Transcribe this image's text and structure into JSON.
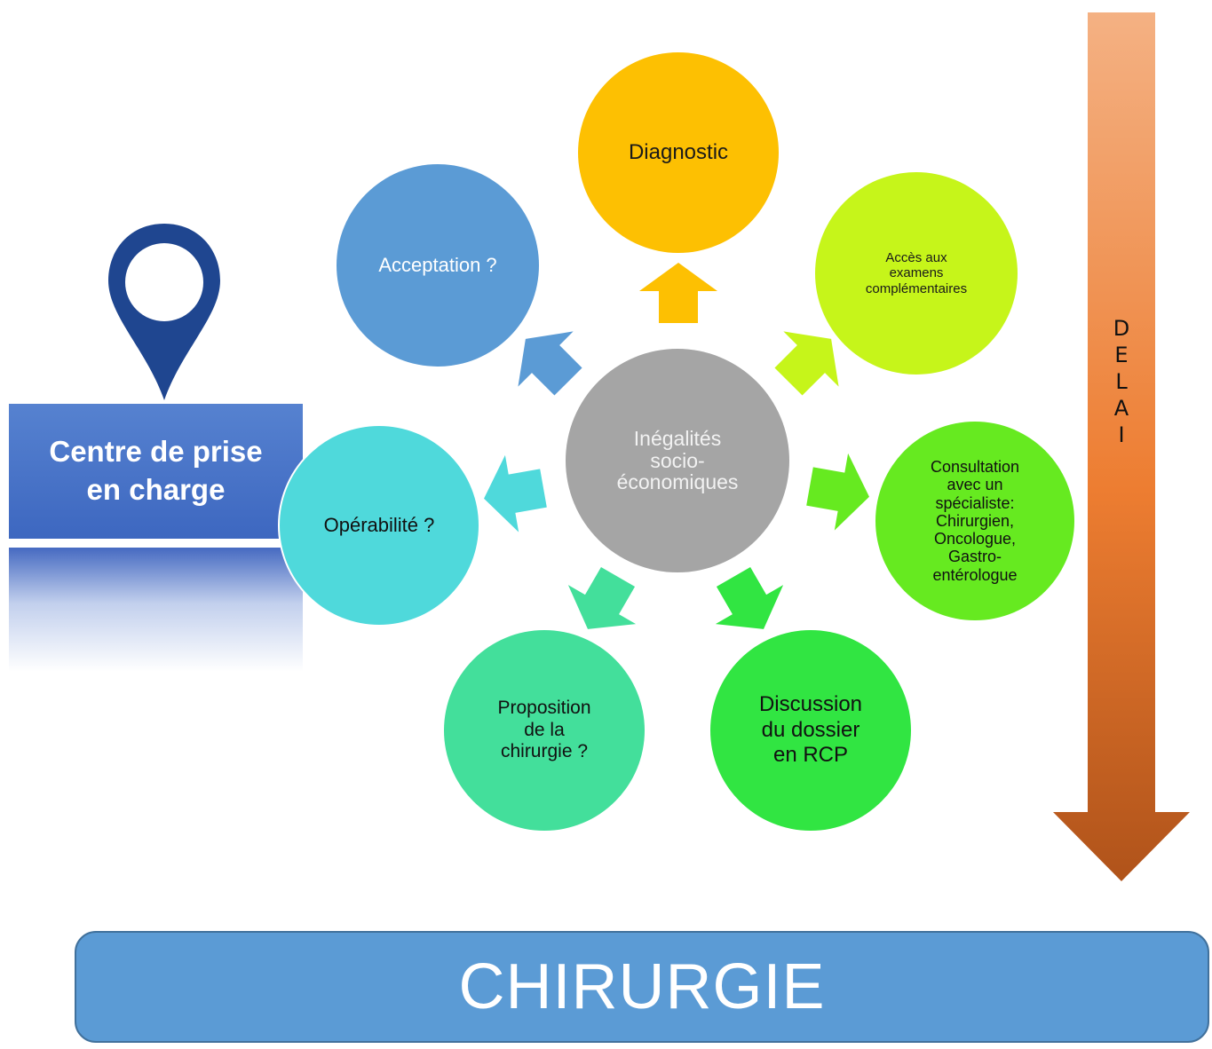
{
  "diagram": {
    "center": {
      "label": "Inégalités\nsocio-\néconomiques",
      "color": "#a5a5a5"
    },
    "steps": [
      {
        "id": "diagnostic",
        "label": "Diagnostic",
        "color": "#fdc002"
      },
      {
        "id": "acces",
        "label": "Accès aux\nexamens\ncomplémentaires",
        "color": "#c6f51a"
      },
      {
        "id": "consultation",
        "label": "Consultation\navec un\nspécialiste:\nChirurgien,\nOncologue,\nGastro-\nentérologue",
        "color": "#66ea20"
      },
      {
        "id": "discussion",
        "label": "Discussion\ndu dossier\nen RCP",
        "color": "#31e542"
      },
      {
        "id": "proposition",
        "label": "Proposition\nde la\nchirurgie ?",
        "color": "#43df9b"
      },
      {
        "id": "operabilite",
        "label": "Opérabilité ?",
        "color": "#4fd9db"
      },
      {
        "id": "acceptation",
        "label": "Acceptation ?",
        "color": "#5b9bd5"
      }
    ]
  },
  "centre": {
    "label": "Centre de prise\nen charge",
    "color": "#3f6ac1",
    "pin_color": "#1f4690"
  },
  "delai": {
    "letters": [
      "D",
      "E",
      "L",
      "A",
      "I"
    ],
    "gradient_top": "#f4b183",
    "gradient_mid": "#ed7d31",
    "gradient_bottom": "#b0531a"
  },
  "chirurgie": {
    "label": "CHIRURGIE",
    "color": "#5b9bd5",
    "border": "#41719c"
  }
}
